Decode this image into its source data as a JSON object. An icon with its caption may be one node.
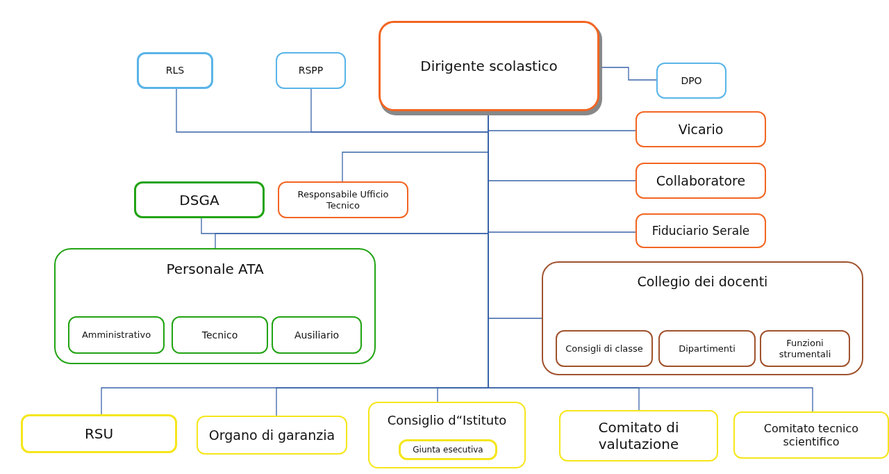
{
  "diagram": {
    "nodes": [
      {
        "text": [
          "Dirigente scolastico"
        ]
      },
      {
        "text": [
          "RLS"
        ]
      },
      {
        "text": [
          "RSPP"
        ]
      },
      {
        "text": [
          "DPO"
        ]
      },
      {
        "text": [
          "Vicario"
        ]
      },
      {
        "text": [
          "Collaboratore"
        ]
      },
      {
        "text": [
          "Fiduciario Serale"
        ]
      },
      {
        "text": [
          "Responsabile Ufficio Tecnico"
        ]
      },
      {
        "text": [
          "DSGA"
        ]
      },
      {
        "text": [
          "Personale ATA"
        ]
      },
      {
        "text": [
          "Amministrativo"
        ],
        "in": 9
      },
      {
        "text": [
          "Tecnico"
        ],
        "in": 9
      },
      {
        "text": [
          "Ausiliario"
        ],
        "in": 9
      },
      {
        "text": [
          "Collegio dei docenti"
        ]
      },
      {
        "text": [
          "Consigli di classe"
        ],
        "in": 13
      },
      {
        "text": [
          "Dipartimenti"
        ],
        "in": 13
      },
      {
        "text": [
          "Funzioni strumentali"
        ],
        "in": 13
      },
      {
        "text": [
          "RSU"
        ]
      },
      {
        "text": [
          "Organo di garanzia"
        ]
      },
      {
        "text": [
          "Consiglio d“Istituto"
        ]
      },
      {
        "text": [
          "Giunta esecutiva"
        ],
        "in": 19
      },
      {
        "text": [
          "Comitato di valutazione"
        ]
      },
      {
        "text": [
          "Comitato tecnico scientifico"
        ]
      }
    ],
    "edges": [
      {
        "from": 0,
        "to": 1,
        "arrow": "none"
      },
      {
        "from": 0,
        "to": 2,
        "arrow": "none"
      },
      {
        "from": 0,
        "to": 3,
        "arrow": "none"
      },
      {
        "from": 0,
        "to": 4,
        "arrow": "none"
      },
      {
        "from": 0,
        "to": 7,
        "arrow": "none"
      },
      {
        "from": 0,
        "to": 5,
        "arrow": "none"
      },
      {
        "from": 0,
        "to": 6,
        "arrow": "none"
      },
      {
        "from": 0,
        "to": 8,
        "arrow": "none"
      },
      {
        "from": 0,
        "to": 9,
        "arrow": "none"
      },
      {
        "from": 0,
        "to": 13,
        "arrow": "none"
      },
      {
        "from": 0,
        "to": 17,
        "arrow": "none"
      },
      {
        "from": 0,
        "to": 18,
        "arrow": "none"
      },
      {
        "from": 0,
        "to": 19,
        "arrow": "none"
      },
      {
        "from": 0,
        "to": 21,
        "arrow": "none"
      },
      {
        "from": 0,
        "to": 22,
        "arrow": "none"
      }
    ]
  }
}
